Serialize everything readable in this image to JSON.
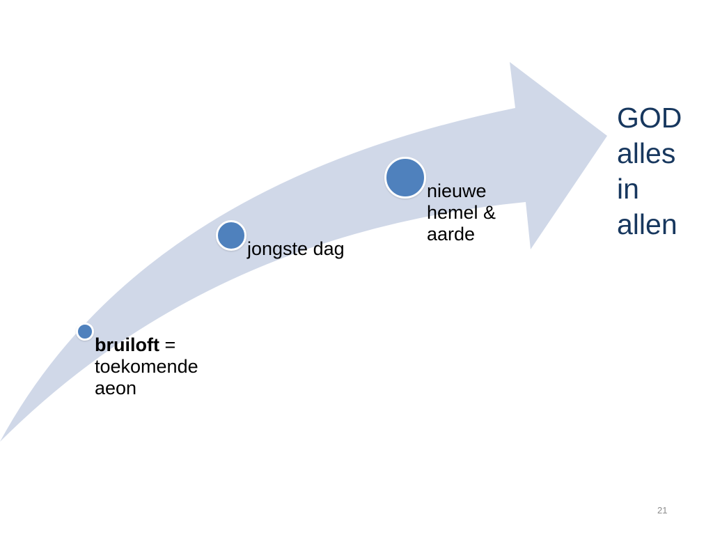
{
  "diagram": {
    "arrow_color": "#d0d8e8",
    "milestone_color": "#4f81bd",
    "milestones": [
      {
        "bold": "bruiloft",
        "rest": " = toekomende aeon"
      },
      {
        "bold": "",
        "rest": "jongste dag"
      },
      {
        "bold": "",
        "rest": "nieuwe hemel & aarde"
      }
    ],
    "goal": {
      "color": "#17375e",
      "lines": [
        "GOD",
        "alles",
        "in",
        "allen"
      ]
    }
  },
  "slide_number": "21"
}
